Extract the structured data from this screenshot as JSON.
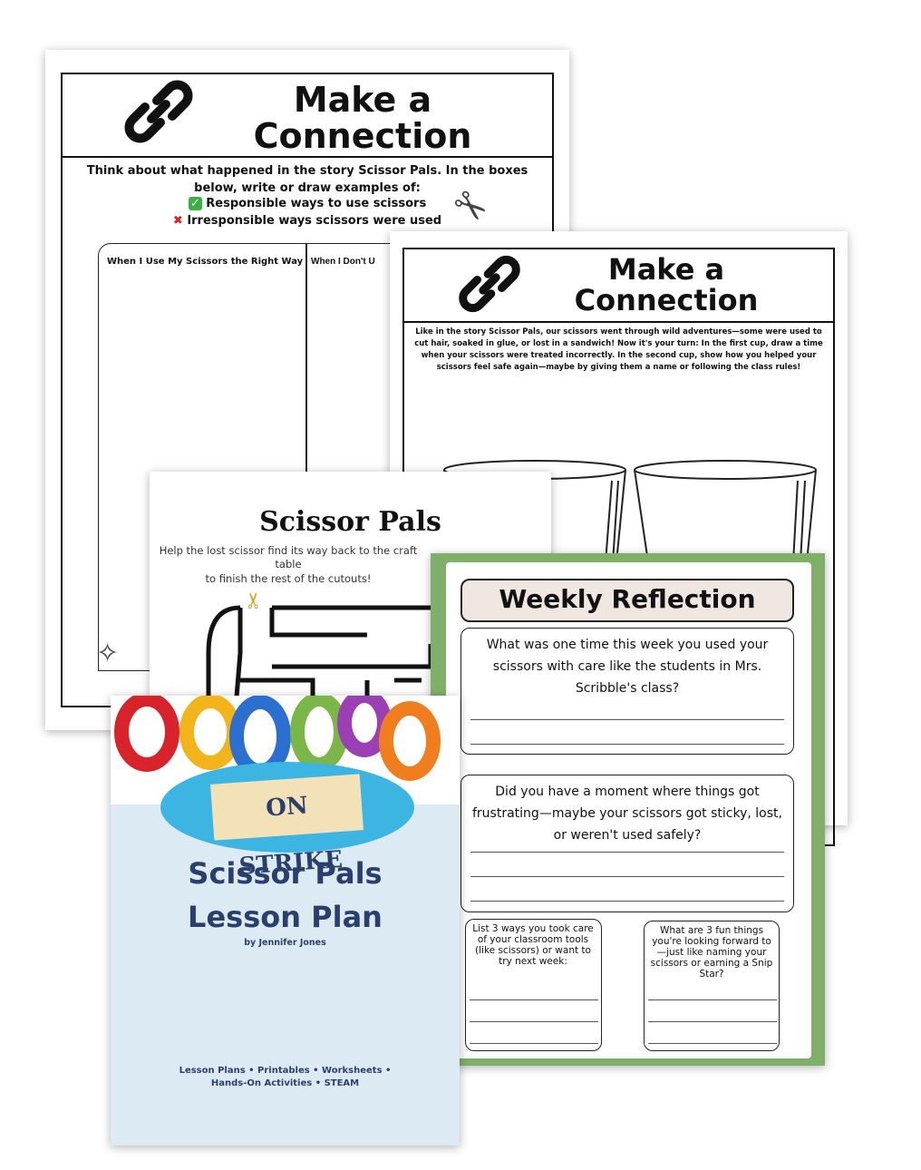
{
  "sheet1": {
    "title_line1": "Make a",
    "title_line2": "Connection",
    "instructions": "Think about what happened in the story Scissor Pals. In the boxes below, write or draw examples of:",
    "item_yes": "Responsible ways to use scissors",
    "item_no": "Irresponsible ways scissors were used",
    "col1": "When I Use My Scissors the Right Way",
    "col2": "When I Don't U"
  },
  "sheet2": {
    "title_line1": "Make a",
    "title_line2": "Connection",
    "instructions": "Like in the story Scissor Pals, our scissors went through wild adventures—some were used to cut hair, soaked in glue, or lost in a sandwich! Now it's your turn: In the first cup, draw a time when your scissors were treated incorrectly. In the second cup, show how you helped your scissors feel safe again—maybe by giving them a name or following the class rules!"
  },
  "maze": {
    "title": "Scissor Pals",
    "line1": "Help the lost scissor find its way back to the craft table",
    "line2": "to finish the rest of the cutouts!"
  },
  "reflection": {
    "title": "Weekly Reflection",
    "q1": "What was one time this week you used your scissors with care like the students in Mrs. Scribble's class?",
    "q2": "Did you have a moment where things got frustrating—maybe your scissors got sticky, lost, or weren't used safely?",
    "q3": "List 3 ways you took care of your classroom tools (like scissors) or want to try next week:",
    "q4": "What are 3 fun things you're looking forward to—just like naming your scissors or earning a Snip Star?",
    "colors": {
      "frame": "#7fb069",
      "title_bg": "#f1e7e2"
    }
  },
  "cover": {
    "banner": "ON STRIKE",
    "title_line1": "Scissor Pals",
    "title_line2": "Lesson Plan",
    "author": "by Jennifer Jones",
    "footer_line1": "Lesson Plans • Printables • Worksheets •",
    "footer_line2": "Hands-On Activities • STEAM",
    "colors": {
      "bg": "#dcebf3",
      "ellipse": "#3db5e2",
      "title": "#2b3f6e"
    }
  }
}
